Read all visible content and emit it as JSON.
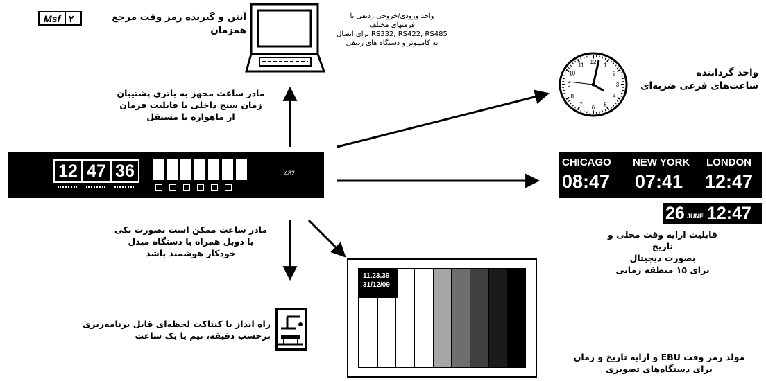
{
  "master_clock": {
    "hours": "12",
    "minutes": "47",
    "seconds": "36",
    "code": "482",
    "caption_up": [
      "مادر ساعت مجهز به باتری پشتیبان",
      "زمان سنج داخلی با قابلیت فرمان",
      "از ماهواره یا مستقل"
    ],
    "caption_down": [
      "مادر ساعت ممکن است بصورت تکی",
      "یا دوبل همراه با دستگاه مبدل",
      "خودکار هوشمند باشد"
    ]
  },
  "msf_antenna": {
    "badge_text": "Msf",
    "badge_num": "۲",
    "caption": "آنتن و گیرنده رمز وقت مرجع همزمان"
  },
  "computer": {
    "caption": [
      "واحد ورودی/خروجی ردیفی با",
      "فرمتهای مختلف",
      "RS332, RS422, RS485 برای اتصال",
      "به کامپیوتر و دستگاه های ردیفی"
    ]
  },
  "slave_clock": {
    "caption": [
      "واحد گرداننده",
      "ساعت‌های فرعی ضربه‌ای"
    ],
    "numbers": [
      "12",
      "1",
      "2",
      "3",
      "4",
      "5",
      "6",
      "7",
      "8",
      "9",
      "10",
      "11"
    ]
  },
  "world_display": {
    "cities": [
      "CHICAGO",
      "NEW YORK",
      "LONDON"
    ],
    "times": [
      "08:47",
      "07:41",
      "12:47"
    ]
  },
  "date_display": {
    "day": "26",
    "month": "JUNE",
    "time": "12:47"
  },
  "digital_caption": [
    "قابلیت ارایه وقت محلی و تاریخ",
    "بصورت دیجیتال",
    "برای ۱۵ منطقه زمانی"
  ],
  "contact_unit": {
    "caption": [
      "راه انداز با کنتاکت لحظه‌ای قابل برنامه‌ریزی",
      "برحسب دقیقه، نیم یا یک ساعت"
    ]
  },
  "video_monitor": {
    "time": "11.23.39",
    "date": "31/12/09"
  },
  "ebu_caption": [
    "مولد رمز وقت EBU و ارایه تاریخ و زمان",
    "برای دستگاه‌های تصویری"
  ],
  "colors": {
    "ink": "#000000",
    "paper": "#ffffff"
  },
  "test_bars": [
    "#ffffff",
    "#ffffff",
    "#ffffff",
    "#ffffff",
    "#a6a6a6",
    "#6e6e6e",
    "#404040",
    "#1a1a1a",
    "#000000"
  ]
}
